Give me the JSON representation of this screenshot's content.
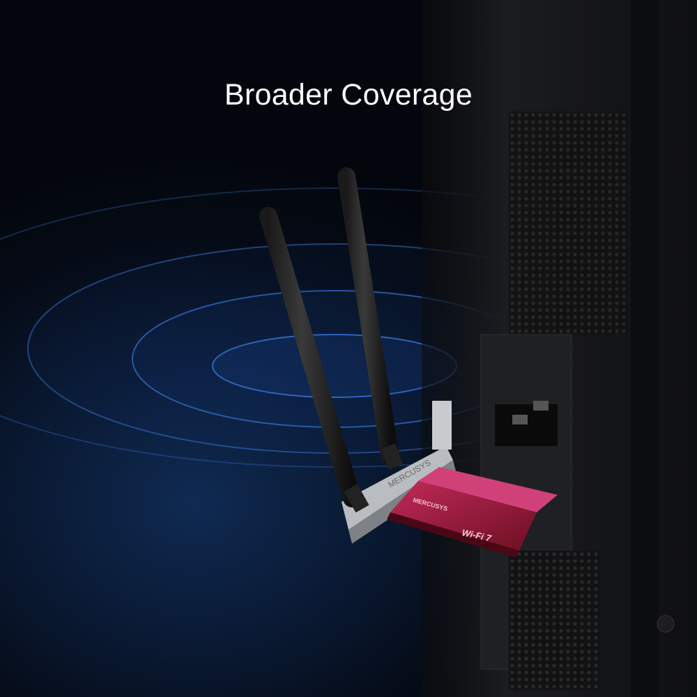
{
  "headline": "Broader Coverage",
  "product": {
    "brand_on_heatsink": "MERCUSYS",
    "badge": "Wi-Fi 7",
    "bracket_text": "MERCUSYS"
  },
  "colors": {
    "background": "#050b16",
    "wave": "#3a78d8",
    "heatsink": "#8e1530",
    "case": "#161719"
  }
}
